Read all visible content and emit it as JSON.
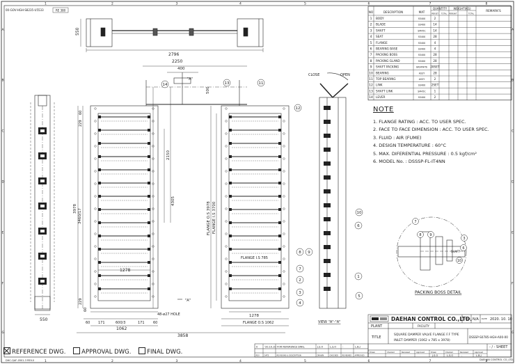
{
  "sheet_codes": {
    "top_left": "00-GOV-HGH-S8235-U5533",
    "top_left_rev": "RE 380",
    "bottom_left": "DHC-QAF-0501-3 REV.0"
  },
  "border_cols": [
    "1",
    "2",
    "3",
    "4",
    "5",
    "6",
    "7",
    "8"
  ],
  "border_rows": [
    "A",
    "B",
    "C",
    "D",
    "E",
    "F",
    "G"
  ],
  "bom": {
    "headers": {
      "no": "NO",
      "desc": "DESCRIPTION",
      "mat": "MAT",
      "qty": "QUANTITY",
      "per": "PERSET",
      "total": "TOTAL",
      "weight": "WEIGHT(KG)",
      "per_w": "PERUNIT",
      "total_w": "TOTAL",
      "remarks": "REMARK'S"
    },
    "rows": [
      {
        "no": "1",
        "desc": "BODY",
        "mat": "SS400",
        "qty": "2"
      },
      {
        "no": "2",
        "desc": "BLADE",
        "mat": "SS400",
        "qty": "14"
      },
      {
        "no": "3",
        "desc": "SHAFT",
        "mat": "SM45C",
        "qty": "14"
      },
      {
        "no": "4",
        "desc": "SEAT",
        "mat": "SS400",
        "qty": "28"
      },
      {
        "no": "5",
        "desc": "FLANGE",
        "mat": "SS400",
        "qty": "4"
      },
      {
        "no": "6",
        "desc": "BEARING BASE",
        "mat": "SS400",
        "qty": "4"
      },
      {
        "no": "7",
        "desc": "PACKING BOSS",
        "mat": "SS400",
        "qty": "28"
      },
      {
        "no": "8",
        "desc": "PACKING GLAND",
        "mat": "SS400",
        "qty": "28"
      },
      {
        "no": "9",
        "desc": "SHAFT PACKING",
        "mat": "GRAPHITE",
        "qty": "28SET"
      },
      {
        "no": "10",
        "desc": "BEARING",
        "mat": "ASSY",
        "qty": "28"
      },
      {
        "no": "11",
        "desc": "TOP BEARING",
        "mat": "ASSY",
        "qty": "2"
      },
      {
        "no": "12",
        "desc": "LINK",
        "mat": "SS400",
        "qty": "2SET"
      },
      {
        "no": "13",
        "desc": "SHAFT LINK",
        "mat": "SM45C",
        "qty": "1"
      },
      {
        "no": "14",
        "desc": "LEVER",
        "mat": "SS400",
        "qty": "2"
      }
    ]
  },
  "notes": {
    "title": "NOTE",
    "items": [
      "1. FLANGE RATING : ACC. TO USER SPEC.",
      "2. FACE TO FACE DIMENSION : ACC. TO USER SPEC.",
      "3. FLUID : AIR (FUME)",
      "4. DESIGN TEMPERATURE : 60°C",
      "5. MAX. DIFERENTIAL PRESSURE : 0.5 kgf/cm²",
      "6. MODEL No. : DSSSP-FL-IT4NN"
    ]
  },
  "dimensions": {
    "top_width": "2796",
    "top_height": "550",
    "overall_2250": "2250",
    "d400": "400",
    "d500": "500",
    "left_dims": [
      "60",
      "229",
      "3978",
      "3460/17",
      "229",
      "60"
    ],
    "d2150": "2150",
    "d4305": "4305",
    "d1278": "1278",
    "hole": "48-ø27 HOLE",
    "bottom_row": [
      "60",
      "171",
      "600/3",
      "171",
      "60"
    ],
    "d1062": "1062",
    "d3858": "3858",
    "left_550": "550",
    "flange_vert_a": "FLANGE O.S 3978",
    "flange_vert_b": "FLANGE I.S 3700",
    "flange_is": "FLANGE I.S 785",
    "d1278b": "1278",
    "flange_os": "FLANGE O.S 1062",
    "view_a": "\"A\"",
    "view_label": "VIEW \"A\"-\"A\"",
    "close": "CLOSE",
    "open": "OPEN",
    "shaft": "SHAFT"
  },
  "balloons": [
    "14",
    "13",
    "11",
    "12",
    "10",
    "6",
    "1",
    "5",
    "8",
    "9",
    "7",
    "2",
    "3",
    "4"
  ],
  "packing_detail": {
    "title": "PACKING BOSS DETAIL",
    "balloons": [
      "7",
      "8",
      "9",
      "3",
      "6",
      "10"
    ]
  },
  "title_block": {
    "company": "DAEHAN CONTROL CO.,LTD.",
    "scale_label": "SCALE",
    "scale": "N/A",
    "date_label": "DATE",
    "date": "2020. 10. 10",
    "plant_label": "PLANT",
    "facility_label": "FACILITY",
    "title_label": "TITLE",
    "title_line1": "SQUARE DAMPER VALVE FLANGE F.F TYPE",
    "title_line2": "INLET DAMPER (1062 x 785 x 3978)",
    "dwg_no": "DSSSP-S0785-HGH-A00-00",
    "sheet": "- / -  SHEET",
    "rev_rows": [
      [
        "0",
        "'20.10.10",
        "FOR REFERENCE DWG.",
        "J.S.O",
        "L.S.O",
        "-",
        "L.B.J"
      ]
    ],
    "rev_headers": [
      "REV",
      "DATE",
      "REVISIONS & DESCRIPTION",
      "DRAWN",
      "CHECKED",
      "REVIEWED",
      "APPROVED"
    ],
    "sign_labels": [
      "Drawn",
      "Checked",
      "Reviewed",
      "Approved",
      "Drawn",
      "Checked",
      "Reviewed",
      "Approved"
    ],
    "sign_vals": [
      "J.S.O",
      "L.S.O",
      "-",
      "L.B.J"
    ],
    "footer": "DAEHAN CONTROL CO.,LTD."
  },
  "dwg_types": {
    "reference": "REFERENCE DWG.",
    "approval": "APPROVAL DWG.",
    "final": "FINAL DWG.",
    "checked": "reference"
  }
}
